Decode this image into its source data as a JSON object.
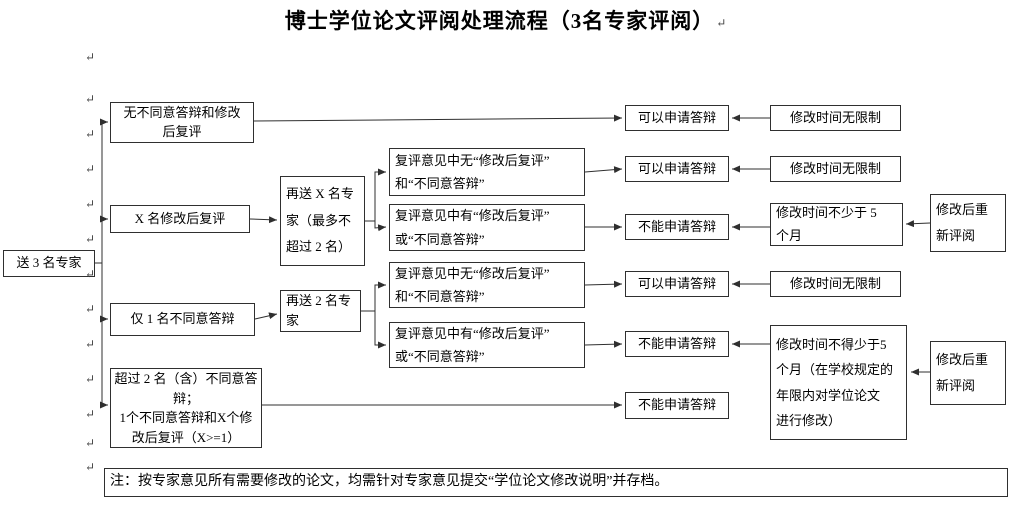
{
  "title": "博士学位论文评阅处理流程（3名专家评阅）",
  "decorations": {
    "paragraph_mark": "↵"
  },
  "flow": {
    "start": "送 3 名专家",
    "cases": {
      "no_objection": "无不同意答辩和修改\n后复评",
      "x_revise": "X 名修改后复评",
      "one_disagree": "仅 1 名不同意答辩",
      "two_or_more": "超过 2 名（含）不同意答\n辩；\n1个不同意答辩和X个修\n改后复评（X>=1）"
    },
    "resend": {
      "x_experts": "再送 X 名专\n家（最多不\n超过 2 名）",
      "two_experts": "再送 2 名专\n家"
    },
    "review": {
      "none_1": "复评意见中无“修改后复评”\n和“不同意答辩”",
      "has_1": "复评意见中有“修改后复评”\n或“不同意答辩”",
      "none_2": "复评意见中无“修改后复评”\n和“不同意答辩”",
      "has_2": "复评意见中有“修改后复评”\n或“不同意答辩”"
    },
    "outcome": {
      "can_1": "可以申请答辩",
      "can_2": "可以申请答辩",
      "cannot_1": "不能申请答辩",
      "can_3": "可以申请答辩",
      "cannot_2": "不能申请答辩",
      "cannot_3": "不能申请答辩"
    },
    "time": {
      "unlimited_1": "修改时间无限制",
      "unlimited_2": "修改时间无限制",
      "min5_1": "修改时间不少于 5\n个月",
      "unlimited_3": "修改时间无限制",
      "min5_2": "修改时间不得少于5\n个月（在学校规定的\n年限内对学位论文\n进行修改）"
    },
    "rereview": {
      "r1": "修改后重\n新评阅",
      "r2": "修改后重\n新评阅"
    }
  },
  "note": "注：按专家意见所有需要修改的论文，均需针对专家意见提交“学位论文修改说明”并存档。"
}
